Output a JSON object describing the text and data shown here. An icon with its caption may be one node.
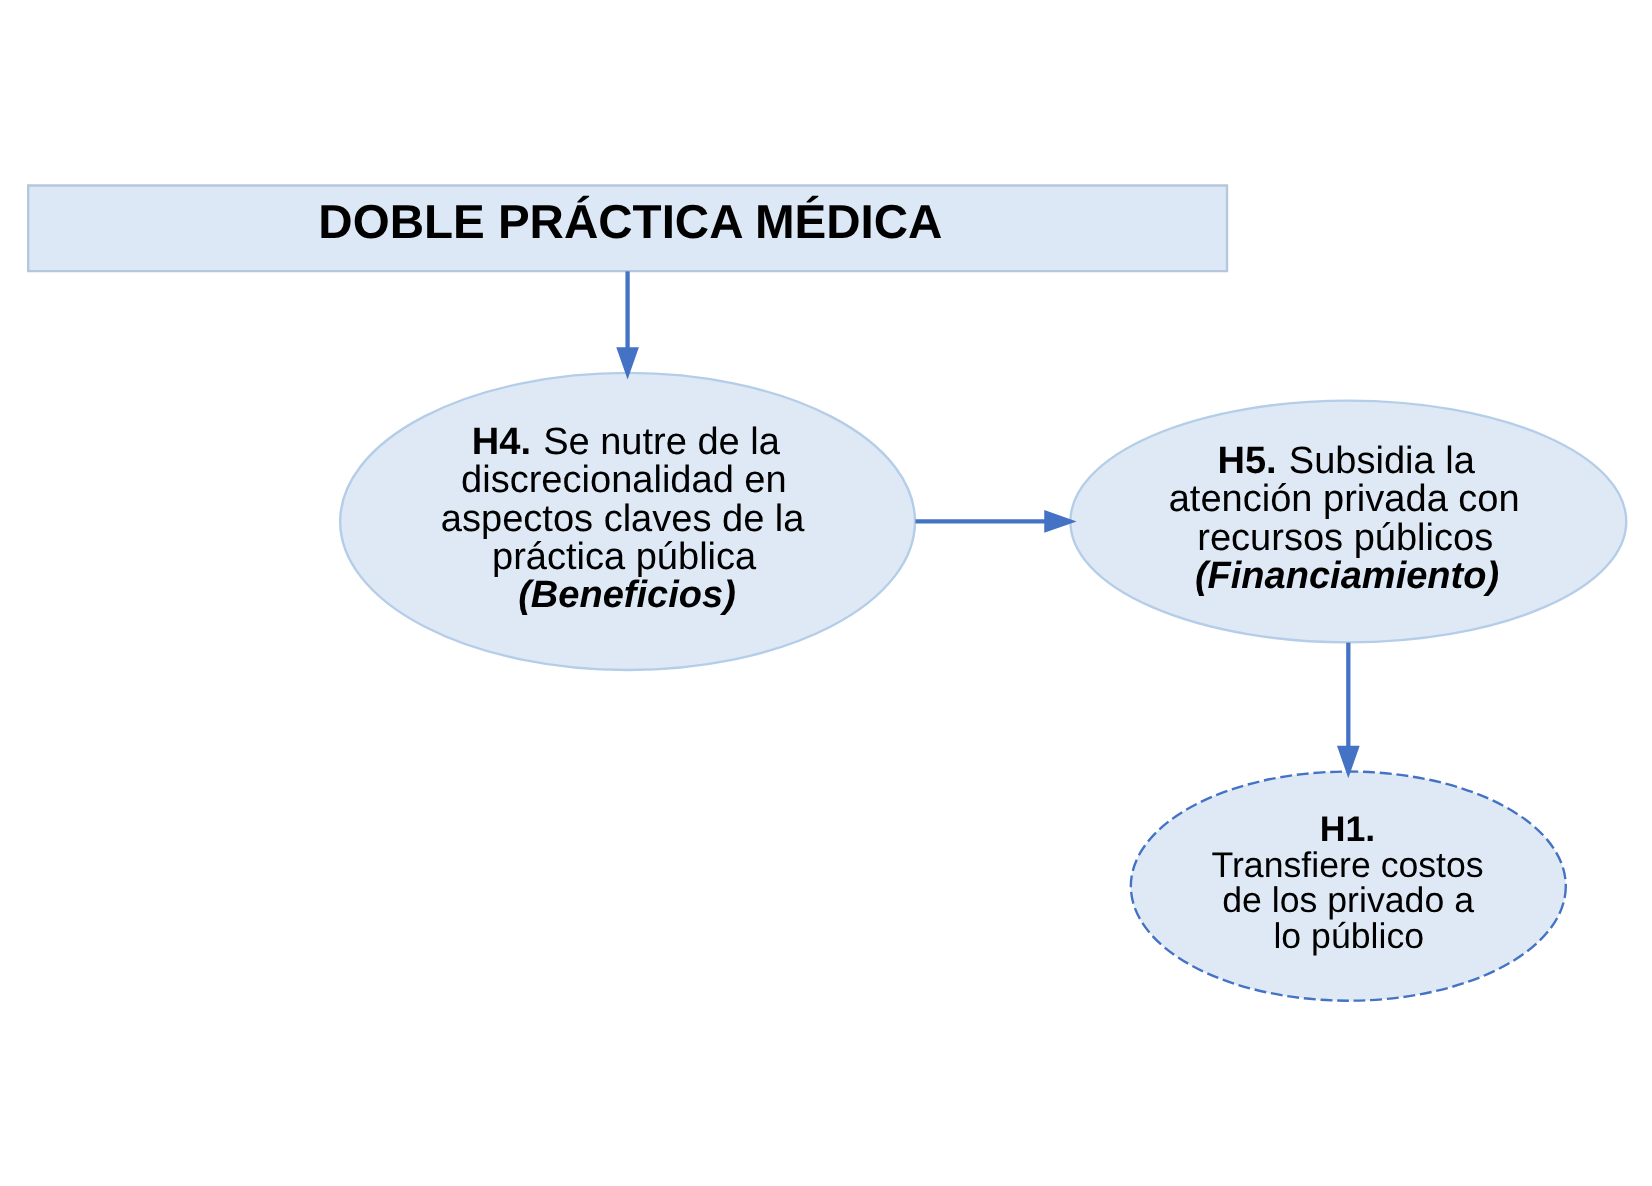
{
  "diagram": {
    "nodes": [
      {
        "text": [
          "DOBLE PRÁCTICA MÉDICA"
        ]
      },
      {
        "text": [
          "**H4.** Se nutre de la discrecionalidad en aspectos claves de la práctica pública",
          "(Beneficios)"
        ]
      },
      {
        "text": [
          "**H5.** Subsidia la atención privada con recursos públicos",
          "(Financiamiento)"
        ]
      },
      {
        "text": [
          "**H1.** Transfiere costos de los privado a lo público"
        ]
      }
    ],
    "edges": [
      {
        "from": 0,
        "to": 1,
        "arrow": "to"
      },
      {
        "from": 1,
        "to": 2,
        "arrow": "to"
      },
      {
        "from": 2,
        "to": 3,
        "arrow": "to"
      }
    ]
  }
}
